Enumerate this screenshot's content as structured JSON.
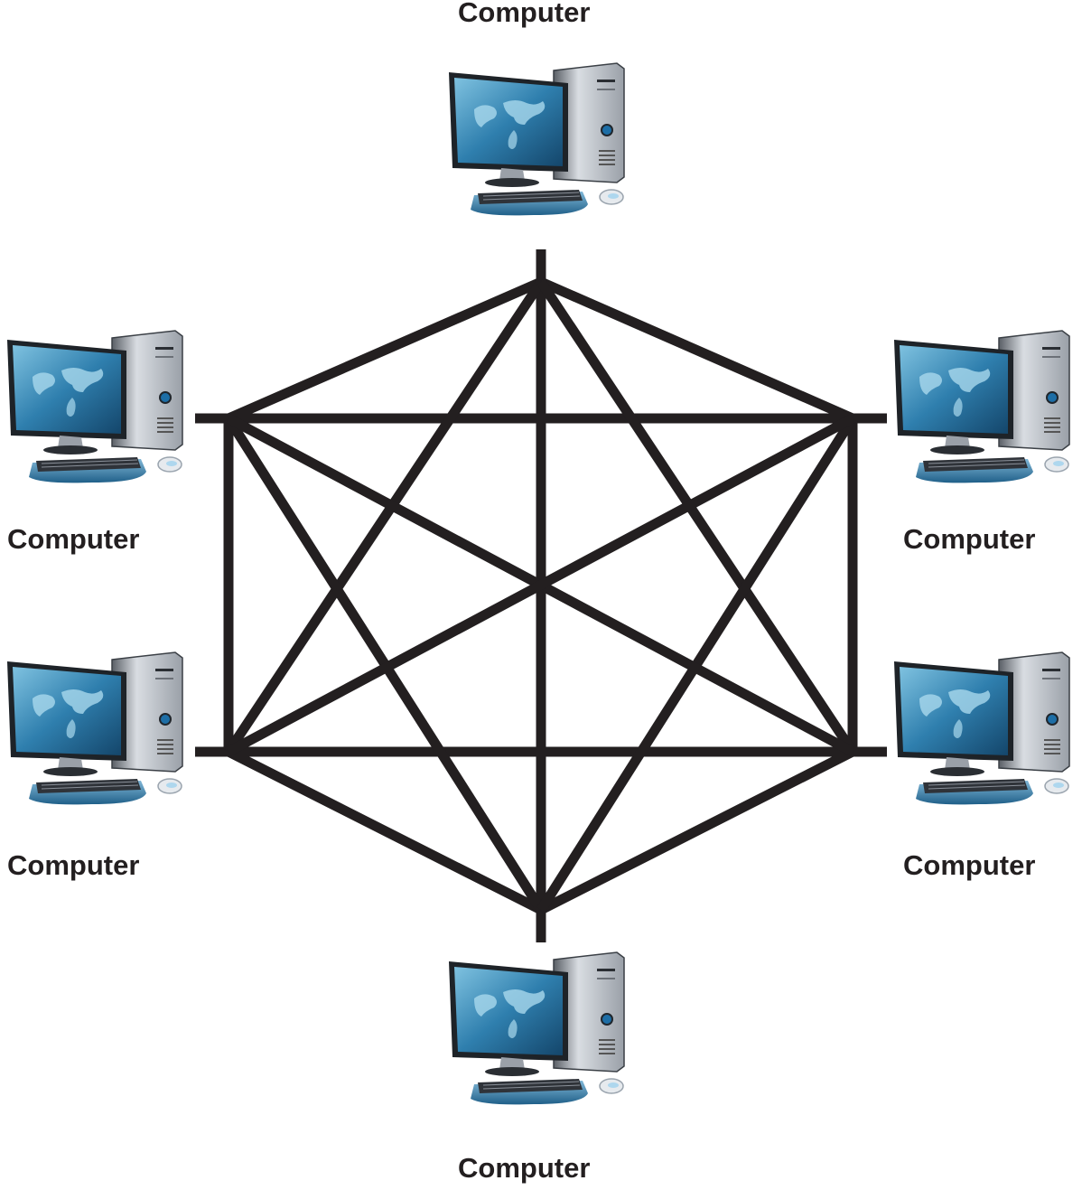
{
  "nodes": [
    {
      "id": "top",
      "label": "Computer"
    },
    {
      "id": "upper-left",
      "label": "Computer"
    },
    {
      "id": "upper-right",
      "label": "Computer"
    },
    {
      "id": "lower-left",
      "label": "Computer"
    },
    {
      "id": "lower-right",
      "label": "Computer"
    },
    {
      "id": "bottom",
      "label": "Computer"
    }
  ],
  "topology": "full-mesh",
  "colors": {
    "link": "#231f20",
    "label": "#231f20",
    "screen": "#2b6f9a",
    "tower": "#c8ccd2",
    "keyboard_base": "#3d7fa8"
  },
  "icons": [
    "desktop-computer-icon"
  ]
}
